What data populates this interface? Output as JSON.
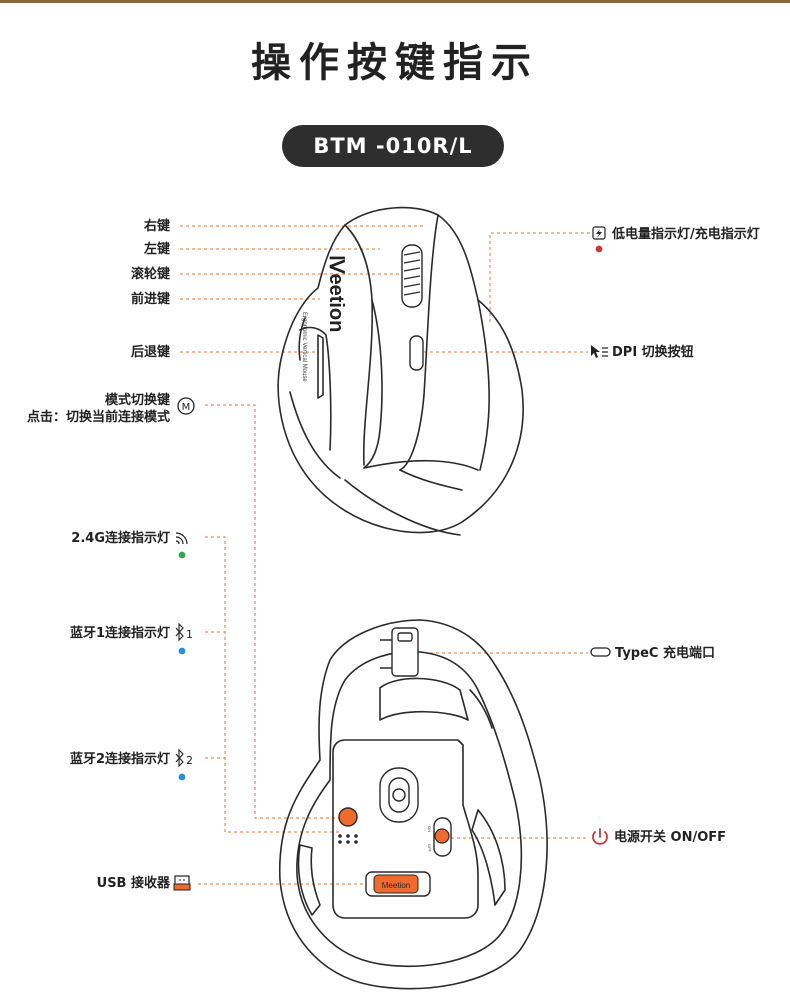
{
  "title": "操作按键指示",
  "model": "BTM -010R/L",
  "brand": "Meetion",
  "brand_top": "Ⅳeetion",
  "mouse_side_text": "Ergonomic Vertical Mouse",
  "labels_left": {
    "right_button": "右键",
    "left_button": "左键",
    "scroll_wheel": "滚轮键",
    "forward": "前进键",
    "back": "后退键",
    "mode_switch": "模式切换键",
    "mode_switch_desc": "点击：切换当前连接模式",
    "led_24g": "2.4G连接指示灯",
    "led_bt1": "蓝牙1连接指示灯",
    "led_bt2": "蓝牙2连接指示灯",
    "usb_receiver": "USB 接收器"
  },
  "labels_right": {
    "battery_led": "低电量指示灯/充电指示灯",
    "dpi": "DPI 切换按钮",
    "typec": "TypeC 充电端口",
    "power": "电源开关 ON/OFF"
  },
  "icons": {
    "mode": "M",
    "bt1_num": "1",
    "bt2_num": "2"
  },
  "colors": {
    "leader": "#e8742f",
    "accent_orange": "#ef6a2c",
    "battery_red": "#d1343b",
    "led_green": "#2fa84f",
    "led_blue": "#2a8fd8",
    "pill": "#2e2e2e"
  }
}
